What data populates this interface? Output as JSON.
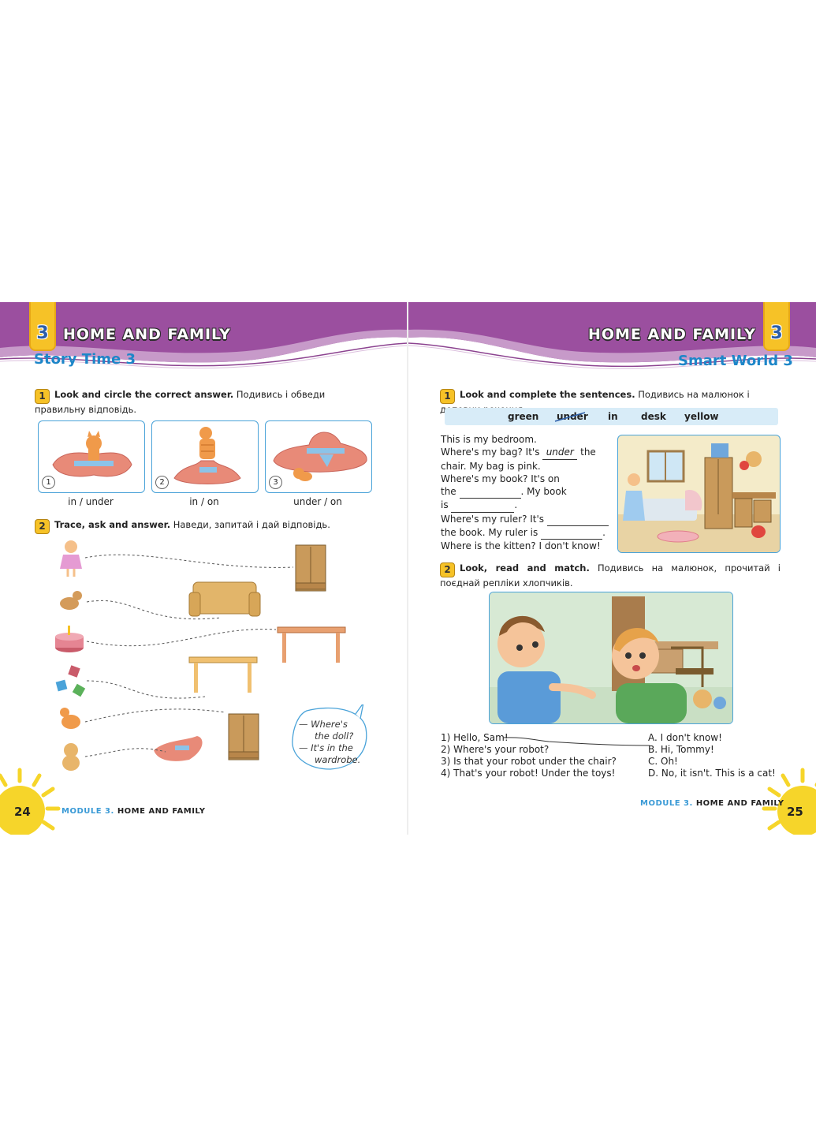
{
  "left": {
    "badge": "3",
    "header": "HOME AND FAMILY",
    "subtitle": "Story Time 3",
    "page_number": "24",
    "footer_module": "MODULE 3.",
    "footer_title": "HOME AND FAMILY",
    "task1": {
      "num": "1",
      "bold": "Look and circle the correct answer.",
      "text": "Подивись і обведи правильну відповідь.",
      "pictures": [
        {
          "num": "1",
          "caption": "in / under"
        },
        {
          "num": "2",
          "caption": "in / on"
        },
        {
          "num": "3",
          "caption": "under / on"
        }
      ]
    },
    "task2": {
      "num": "2",
      "bold": "Trace, ask and answer.",
      "text": "Наведи, запитай і дай відповідь."
    },
    "bubble": {
      "line1": "— Where's",
      "line2": "the doll?",
      "line3": "— It's in the",
      "line4": "wardrobe."
    }
  },
  "right": {
    "badge": "3",
    "header": "HOME AND FAMILY",
    "subtitle": "Smart World 3",
    "page_number": "25",
    "footer_module": "MODULE 3.",
    "footer_title": "HOME AND FAMILY",
    "task1": {
      "num": "1",
      "bold": "Look and complete the sentences.",
      "text": "Подивись на малюнок і доповни речення.",
      "words": [
        "green",
        "under",
        "in",
        "desk",
        "yellow"
      ],
      "lines": [
        "This is my bedroom.",
        "Where's my bag? It's",
        "under",
        "the",
        "chair. My bag is pink.",
        "Where's my book? It's on",
        "the",
        ". My book",
        "is",
        ".",
        "Where's my ruler? It's",
        "the book. My ruler is",
        ".",
        "Where is the kitten? I don't know!"
      ]
    },
    "task2": {
      "num": "2",
      "bold": "Look, read and match.",
      "text": "Подивись на малюнок, прочитай і поєднай репліки хлопчиків.",
      "left_items": [
        "1) Hello, Sam!",
        "2) Where's your robot?",
        "3) Is that your robot under the chair?",
        "4) That's your robot! Under the toys!"
      ],
      "right_items": [
        "A. I don't know!",
        "B. Hi, Tommy!",
        "C. Oh!",
        "D. No, it isn't. This is a cat!"
      ]
    }
  }
}
